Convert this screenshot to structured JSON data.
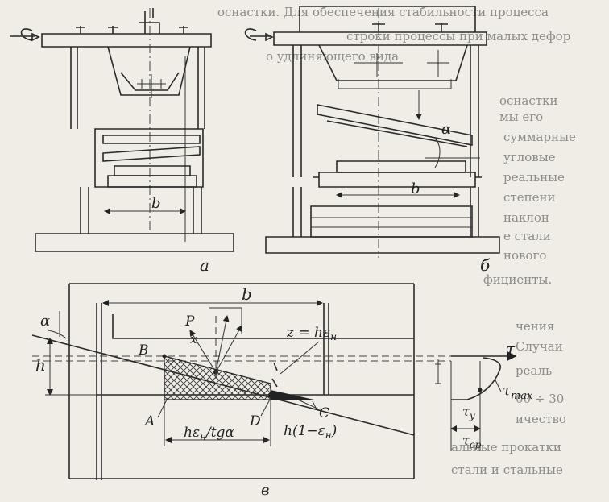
{
  "figure": {
    "panel_a_label": "a",
    "panel_b_label": "б",
    "panel_c_label": "в",
    "panel_a_dim": "b",
    "panel_b_dim": "b",
    "panel_b_angle": "α",
    "panel_c_b": "b",
    "panel_c_alpha": "α",
    "panel_c_h": "h",
    "point_B": "B",
    "point_P": "P",
    "point_x": "x",
    "point_A": "A",
    "point_D": "D",
    "point_C": "C",
    "z_eq": "z = hε",
    "z_eq_sub": "н",
    "tau": "τ",
    "tau_max": "τ",
    "tau_max_sub": "max",
    "tau_y": "τ",
    "tau_y_sub": "у",
    "tau_cp": "τ",
    "tau_cp_sub": "ср",
    "h_eps": "hε",
    "h_eps_sub": "н",
    "h_eps_rest": "/tgα",
    "h_one_minus": "h(1−ε",
    "h_one_minus_sub": "н",
    "h_one_minus_close": ")"
  },
  "background_text": [
    "оснастки. Для обеспечения стабильности процесса",
    "строки процессы при малых дефор",
    "о удлиняющего вида",
    "оснастки",
    "мы его",
    "суммарные",
    "угловые",
    "реальные",
    "степени",
    "наклон",
    "е стали",
    "нового",
    "фициенты.",
    "чения",
    "Случаи",
    "реаль",
    "00 ÷ 30",
    "ичество",
    "альные прокатки",
    "стали и стальные"
  ]
}
